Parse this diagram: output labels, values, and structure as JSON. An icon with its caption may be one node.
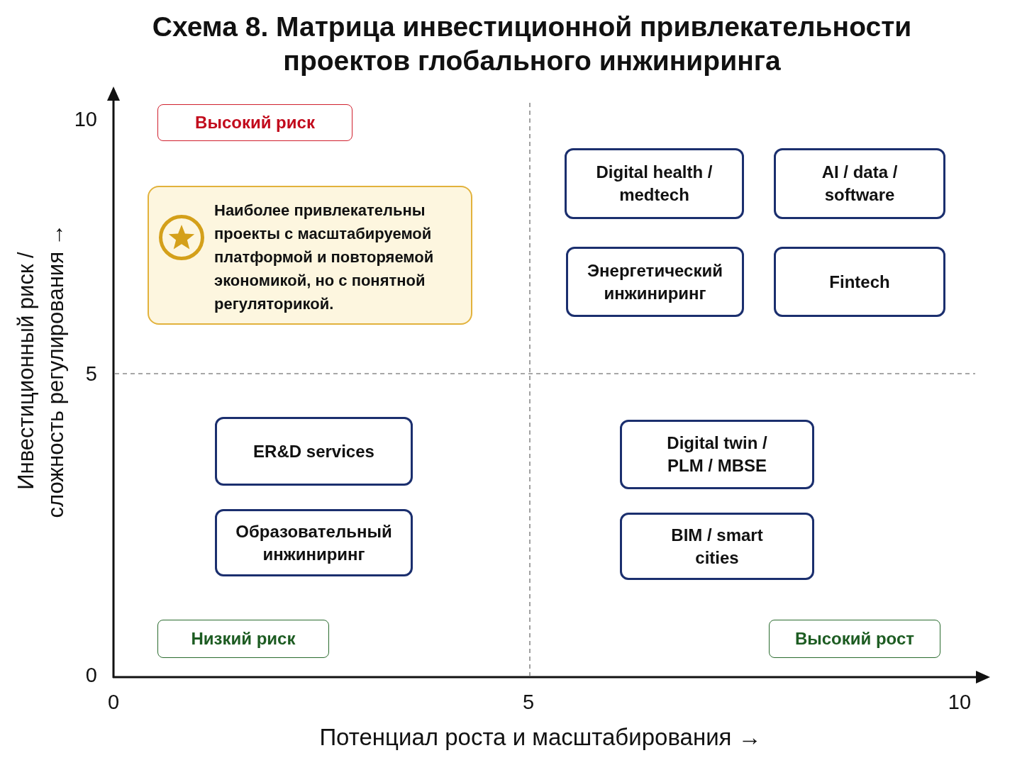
{
  "diagram": {
    "title": "Схема 8. Матрица инвестиционной привлекательности проектов глобального инжиниринга",
    "nodes": [
      {
        "text": [
          "Высокий риск"
        ]
      },
      {
        "text": [
          "Наиболее привлекательны проекты с масштабируемой платформой и повторяемой экономикой, но с понятной регуляторикой."
        ]
      },
      {
        "text": [
          "Digital health / medtech"
        ]
      },
      {
        "text": [
          "AI / data / software"
        ]
      },
      {
        "text": [
          "Энергетический инжиниринг"
        ]
      },
      {
        "text": [
          "Fintech"
        ]
      },
      {
        "text": [
          "ER&D services"
        ]
      },
      {
        "text": [
          "Образовательный инжиниринг"
        ]
      },
      {
        "text": [
          "Digital twin / PLM / MBSE"
        ]
      },
      {
        "text": [
          "BIM / smart cities"
        ]
      },
      {
        "text": [
          "Низкий риск"
        ]
      },
      {
        "text": [
          "Высокий рост"
        ]
      }
    ],
    "labels": [
      "10",
      "5",
      "0",
      "0",
      "5",
      "10",
      "Инвестиционный риск / сложность регулирования →",
      "Потенциал роста и масштабирования →"
    ]
  }
}
